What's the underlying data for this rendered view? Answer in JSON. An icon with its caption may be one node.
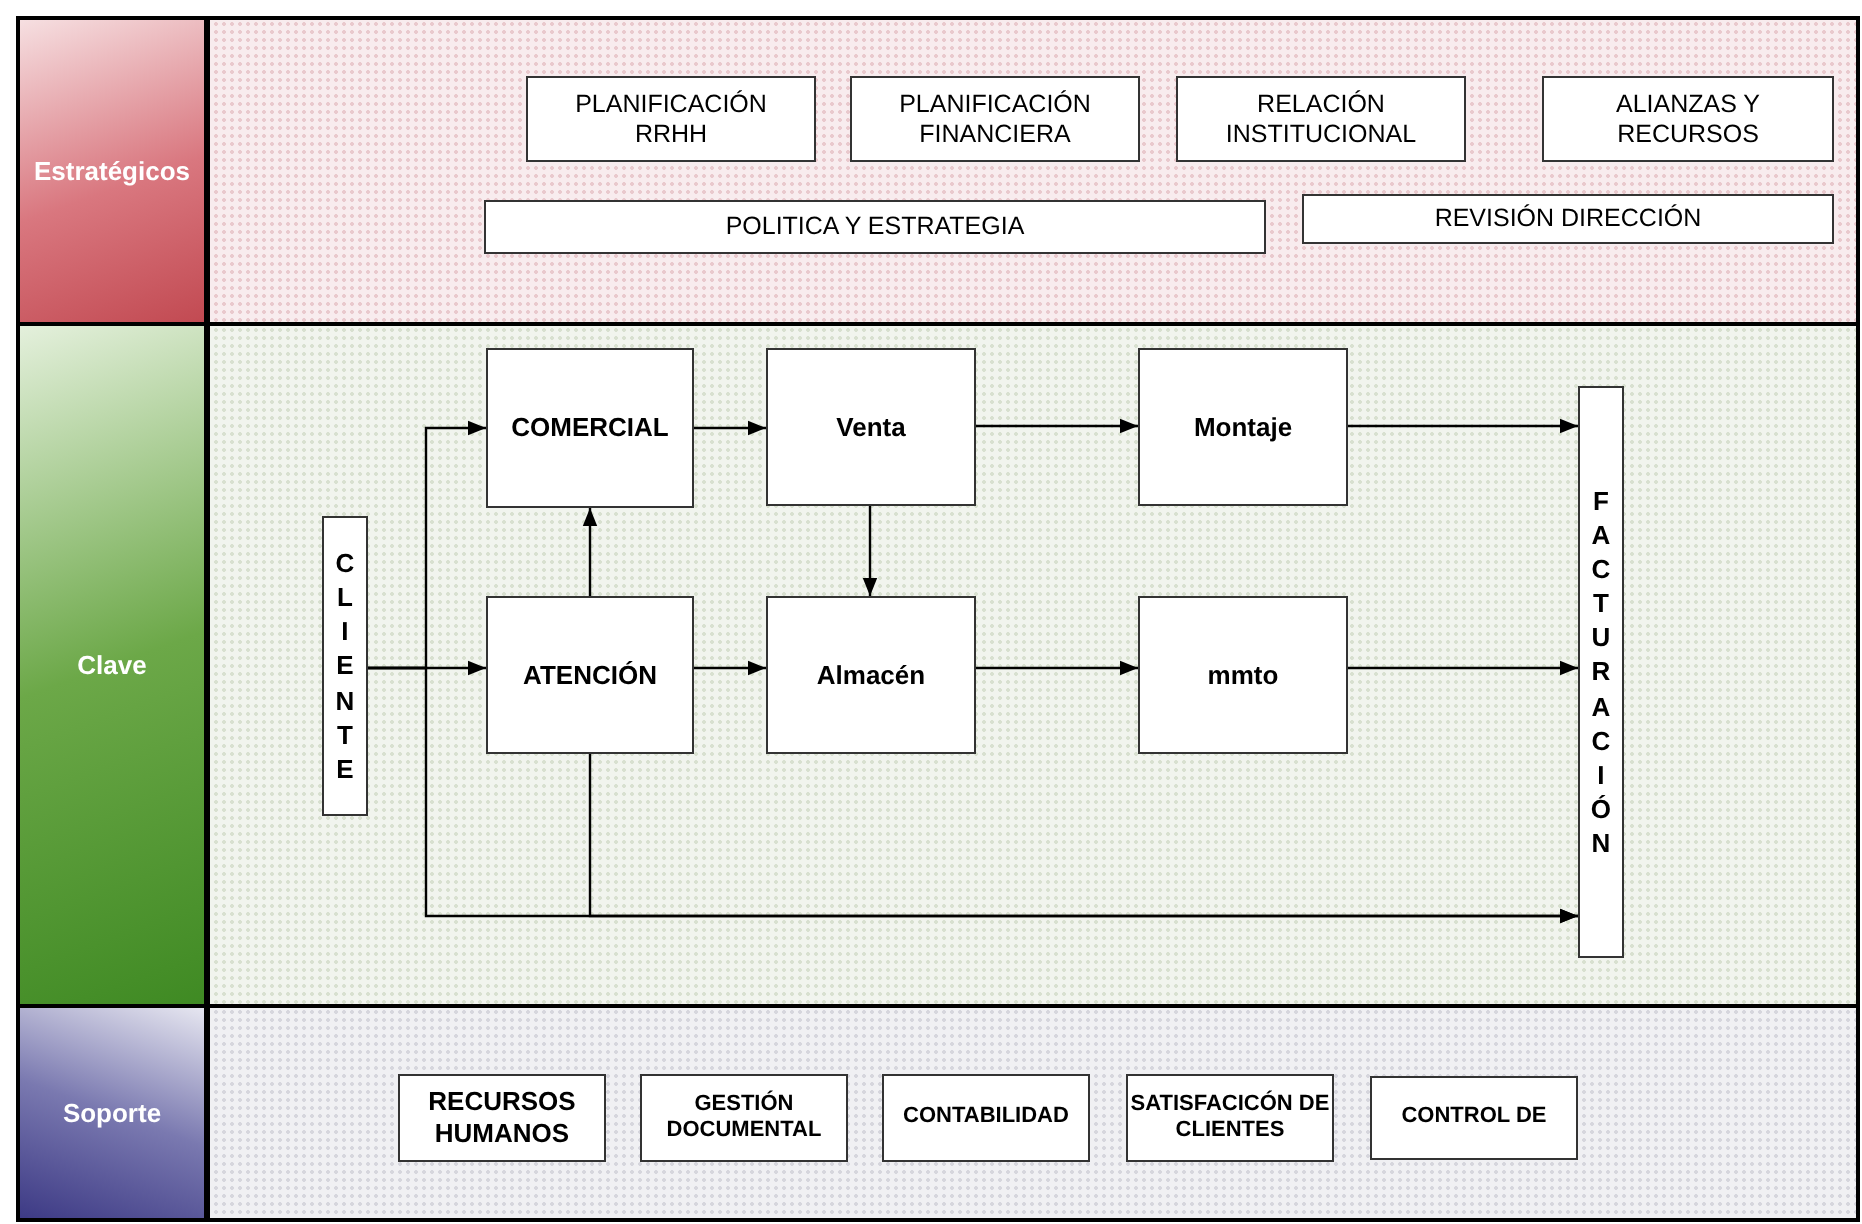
{
  "diagram": {
    "nodes": [
      {
        "text": [
          "Estratégicos"
        ]
      },
      {
        "text": [
          "PLANIFICACIÓN RRHH"
        ],
        "in": 0
      },
      {
        "text": [
          "PLANIFICACIÓN FINANCIERA"
        ],
        "in": 0
      },
      {
        "text": [
          "RELACIÓN INSTITUCIONAL"
        ],
        "in": 0
      },
      {
        "text": [
          "ALIANZAS Y RECURSOS"
        ],
        "in": 0
      },
      {
        "text": [
          "POLITICA Y ESTRATEGIA"
        ],
        "in": 0
      },
      {
        "text": [
          "REVISIÓN DIRECCIÓN"
        ],
        "in": 0
      },
      {
        "text": [
          "Clave"
        ]
      },
      {
        "text": [
          "CLIENTE"
        ],
        "in": 7
      },
      {
        "text": [
          "COMERCIAL"
        ],
        "in": 7
      },
      {
        "text": [
          "Venta"
        ],
        "in": 7
      },
      {
        "text": [
          "Montaje"
        ],
        "in": 7
      },
      {
        "text": [
          "ATENCIÓN"
        ],
        "in": 7
      },
      {
        "text": [
          "Almacén"
        ],
        "in": 7
      },
      {
        "text": [
          "mmto"
        ],
        "in": 7
      },
      {
        "text": [
          "FACTURACIÓN"
        ],
        "in": 7
      },
      {
        "text": [
          "Soporte"
        ]
      },
      {
        "text": [
          "RECURSOS HUMANOS"
        ],
        "in": 16
      },
      {
        "text": [
          "GESTIÓN DOCUMENTAL"
        ],
        "in": 16
      },
      {
        "text": [
          "CONTABILIDAD"
        ],
        "in": 16
      },
      {
        "text": [
          "SATISFACICÓN DE CLIENTES"
        ],
        "in": 16
      },
      {
        "text": [
          "CONTROL DE"
        ],
        "in": 16
      }
    ],
    "edges": [
      {
        "from": 8,
        "to": 12,
        "arrow": "to"
      },
      {
        "from": 8,
        "to": 9,
        "arrow": "to"
      },
      {
        "from": 8,
        "to": 15,
        "arrow": "to"
      },
      {
        "from": 12,
        "to": 9,
        "arrow": "to"
      },
      {
        "from": 12,
        "to": 15,
        "arrow": "to"
      },
      {
        "from": 9,
        "to": 10,
        "arrow": "to"
      },
      {
        "from": 10,
        "to": 11,
        "arrow": "to"
      },
      {
        "from": 11,
        "to": 15,
        "arrow": "to"
      },
      {
        "from": 10,
        "to": 13,
        "arrow": "to"
      },
      {
        "from": 12,
        "to": 13,
        "arrow": "to"
      },
      {
        "from": 13,
        "to": 14,
        "arrow": "to"
      },
      {
        "from": 14,
        "to": 15,
        "arrow": "to"
      }
    ]
  }
}
